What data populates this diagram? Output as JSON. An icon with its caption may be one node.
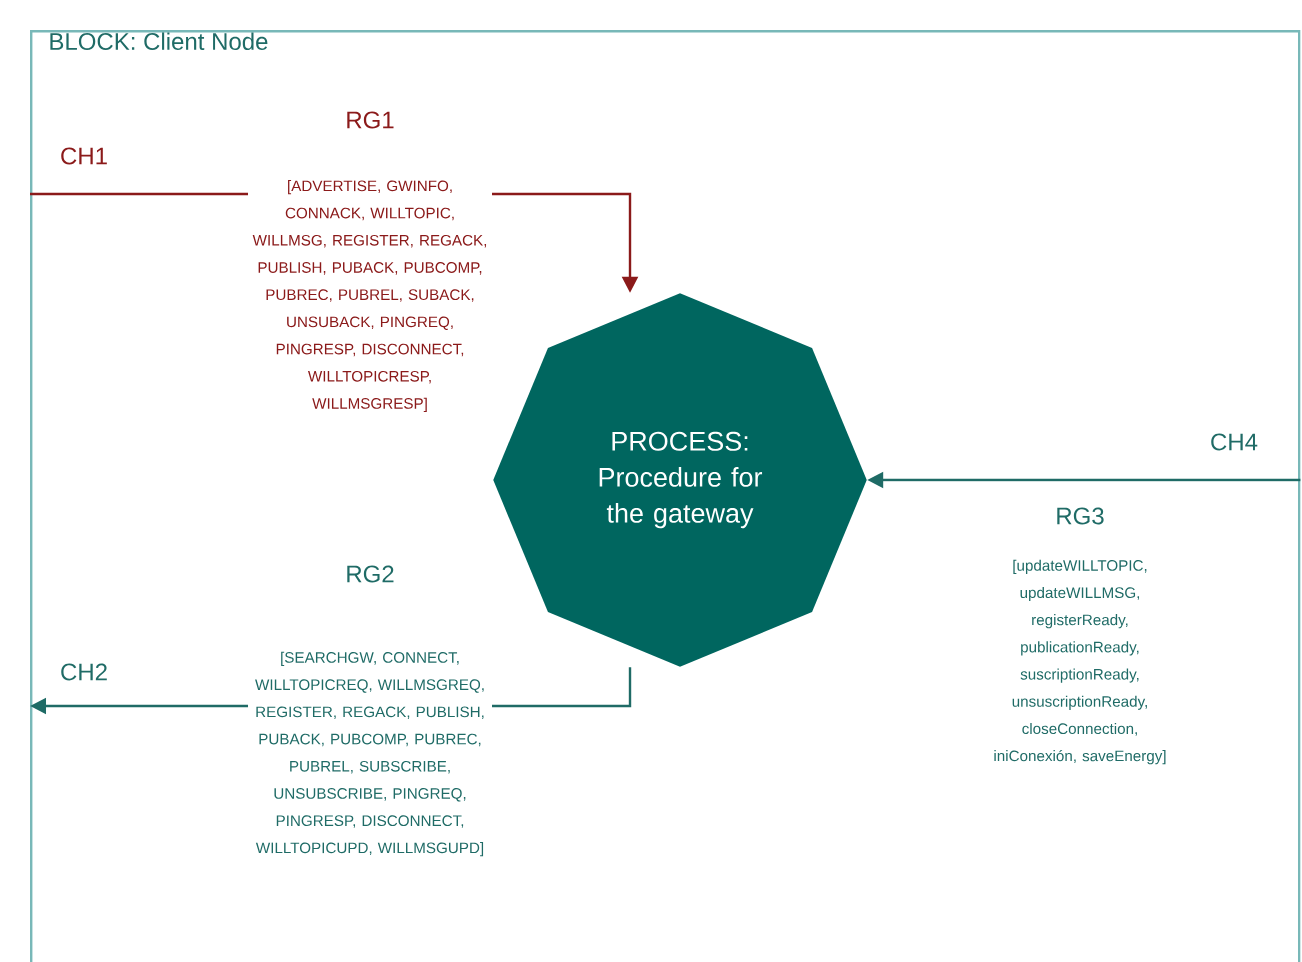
{
  "diagram": {
    "nodes": [
      {
        "text": [
          "BLOCK: Client Node"
        ]
      },
      {
        "text": [
          "PROCESS: Procedure for the gateway"
        ],
        "in": 0
      }
    ],
    "edges": [
      {
        "from": 0,
        "to": 1,
        "arrow": "to",
        "label": "[ADVERTISE, GWINFO, CONNACK, WILLTOPIC, WILLMSG, REGISTER, REGACK, PUBLISH, PUBACK, PUBCOMP, PUBREC, PUBREL, SUBACK, UNSUBACK, PINGREQ, PINGRESP, DISCONNECT, WILLTOPICRESP, WILLMSGRESP]",
        "color": "#8b1a1a"
      },
      {
        "from": 1,
        "to": 0,
        "arrow": "to",
        "label": "[SEARCHGW, CONNECT, WILLTOPICREQ, WILLMSGREQ, REGISTER, REGACK, PUBLISH, PUBACK, PUBCOMP, PUBREC, PUBREL, SUBSCRIBE, UNSUBSCRIBE, PINGREQ, PINGRESP, DISCONNECT, WILLTOPICUPD, WILLMSGUPD]"
      },
      {
        "from": 0,
        "to": 1,
        "arrow": "to"
      }
    ],
    "labels": [
      "CH1",
      "RG1",
      "RG2",
      "CH2",
      "CH4",
      "RG3",
      "[updateWILLTOPIC, updateWILLMSG, registerReady, publicationReady, suscriptionReady, unsuscriptionReady, closeConnection, iniConexión, saveEnergy]"
    ]
  }
}
